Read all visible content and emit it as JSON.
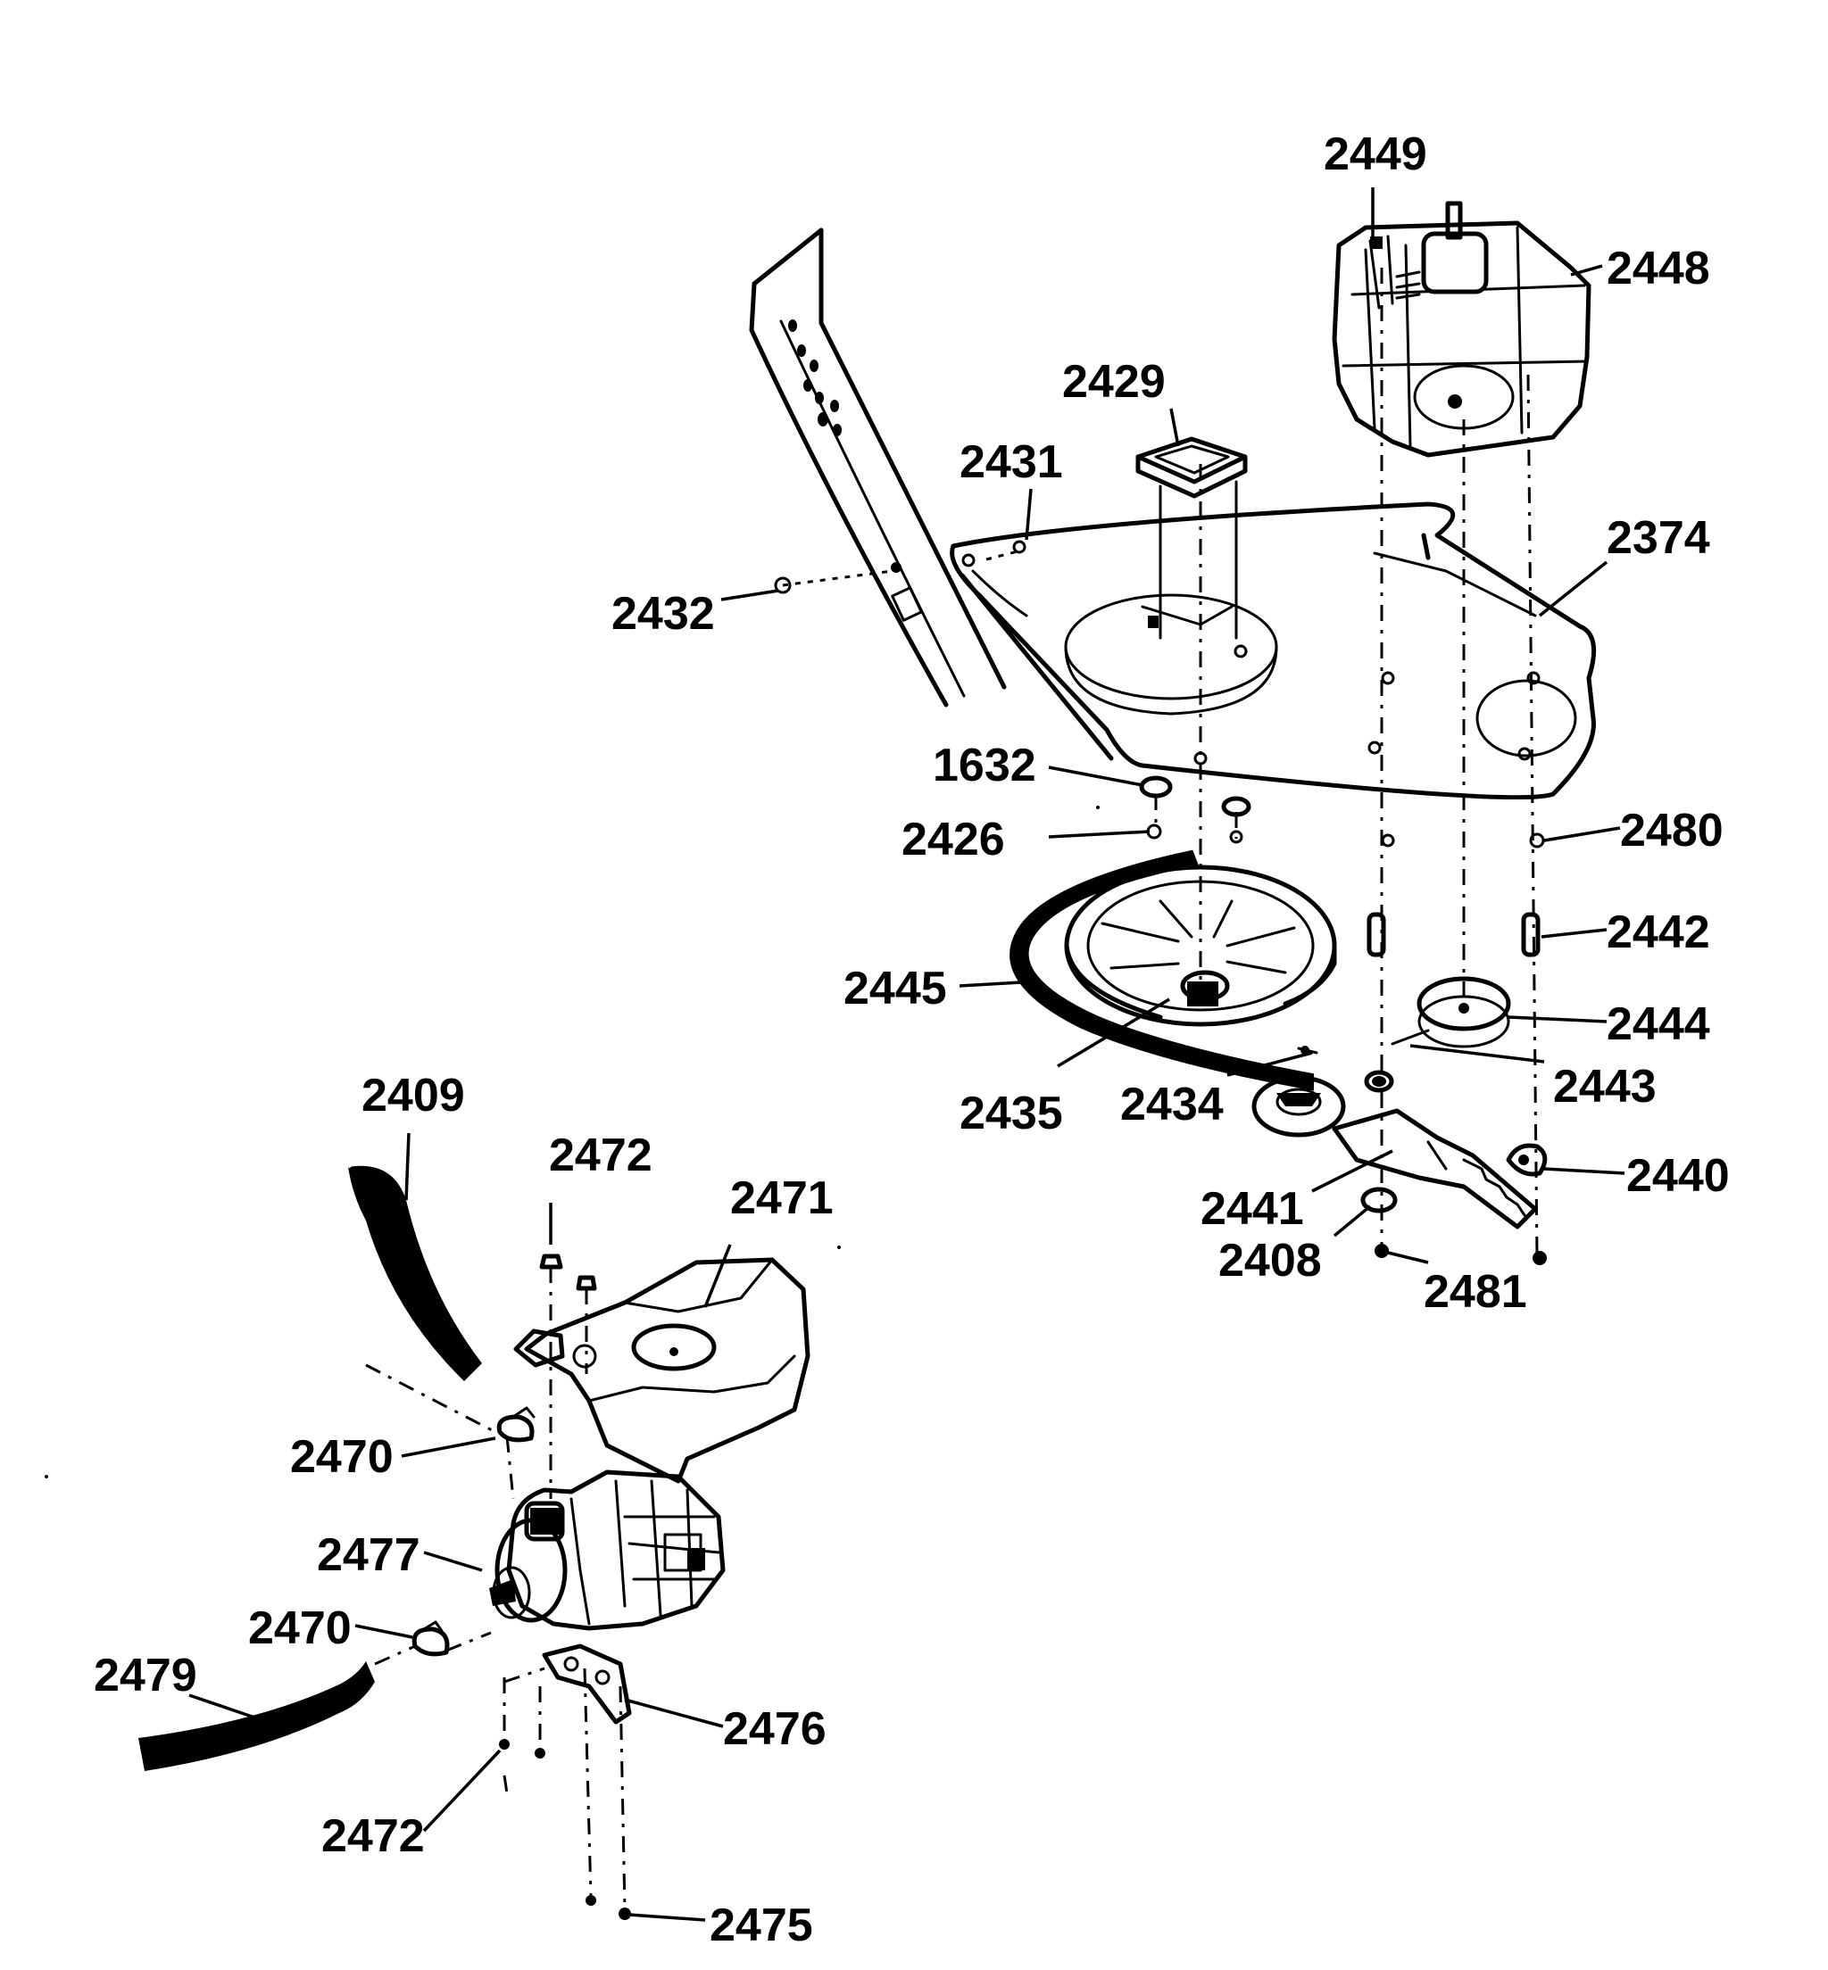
{
  "diagram": {
    "labels": {
      "p2449": "2449",
      "p2448": "2448",
      "p2429": "2429",
      "p2431": "2431",
      "p2374": "2374",
      "p2432": "2432",
      "p1632": "1632",
      "p2426": "2426",
      "p2480": "2480",
      "p2442": "2442",
      "p2445": "2445",
      "p2444": "2444",
      "p2435": "2435",
      "p2434": "2434",
      "p2443": "2443",
      "p2440": "2440",
      "p2441": "2441",
      "p2408": "2408",
      "p2481": "2481",
      "p2409": "2409",
      "p2472a": "2472",
      "p2471": "2471",
      "p2470a": "2470",
      "p2477": "2477",
      "p2470b": "2470",
      "p2479": "2479",
      "p2476": "2476",
      "p2472b": "2472",
      "p2475": "2475"
    }
  }
}
